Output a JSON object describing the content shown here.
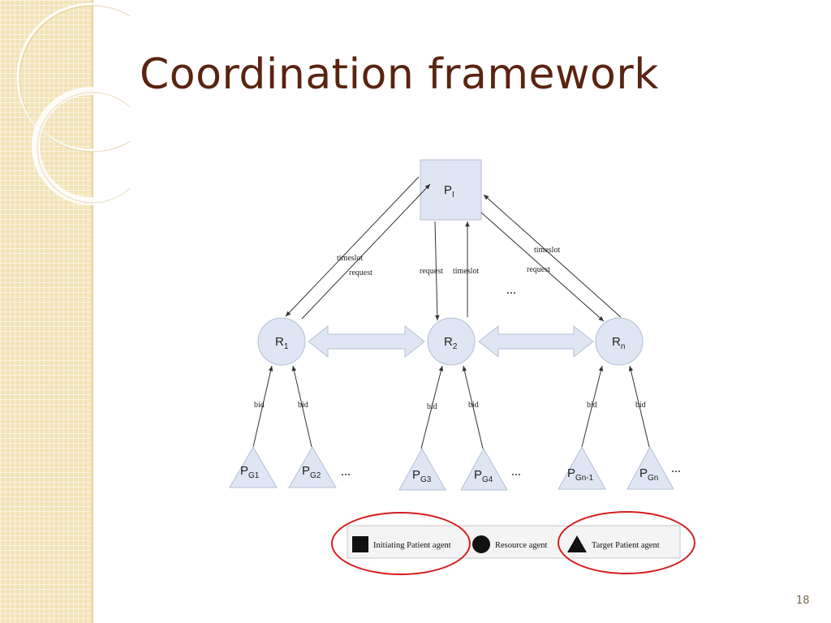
{
  "slide": {
    "title": "Coordination framework",
    "slide_number": "18"
  },
  "diagram": {
    "nodes": {
      "initiator": {
        "base": "P",
        "sub": "I"
      },
      "resources": [
        {
          "base": "R",
          "sub": "1"
        },
        {
          "base": "R",
          "sub": "2"
        },
        {
          "base": "R",
          "sub": "n"
        }
      ],
      "targets": [
        {
          "base": "P",
          "sub": "G1"
        },
        {
          "base": "P",
          "sub": "G2"
        },
        {
          "base": "P",
          "sub": "G3"
        },
        {
          "base": "P",
          "sub": "G4"
        },
        {
          "base": "P",
          "sub": "Gn-1"
        },
        {
          "base": "P",
          "sub": "Gn"
        }
      ]
    },
    "edge_labels": {
      "timeslot": "timeslot",
      "request": "request",
      "bid": "bid"
    },
    "ellipsis": "...",
    "legend": {
      "initiating": "Initiating Patient agent",
      "resource": "Resource agent",
      "target": "Target Patient agent"
    },
    "colors": {
      "node_fill": "#dfe5f2",
      "node_stroke": "#b4bfd4",
      "arrow": "#333333",
      "highlight_circle": "#d42020",
      "title": "#5a2410",
      "sidebar": "#f3e3b8"
    }
  }
}
